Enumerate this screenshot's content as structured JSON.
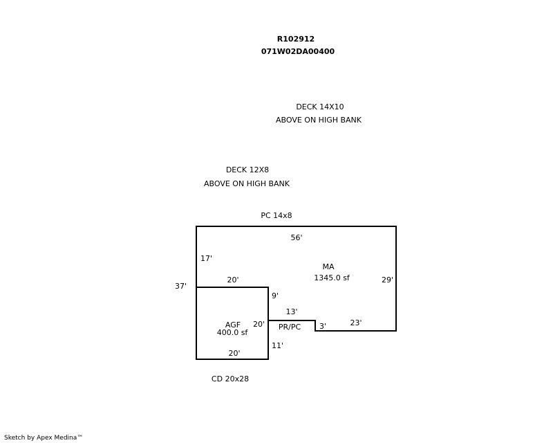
{
  "header": {
    "parcel_id": "R102912",
    "map_number": "071W02DA00400"
  },
  "annotations": {
    "deck1_title": "DECK 14X10",
    "deck1_note": "ABOVE ON HIGH BANK",
    "deck2_title": "DECK 12X8",
    "deck2_note": "ABOVE ON HIGH BANK",
    "pc": "PC 14x8",
    "cd": "CD 20x28"
  },
  "areas": {
    "ma_name": "MA",
    "ma_area": "1345.0 sf",
    "agf_name": "AGF",
    "agf_area": "400.0 sf",
    "prpc_name": "PR/PC"
  },
  "dimensions": {
    "top": "56'",
    "left_upper": "17'",
    "left_total": "37'",
    "agf_top": "20'",
    "nine": "9'",
    "right": "29'",
    "thirteen": "13'",
    "agf_right": "20'",
    "three": "3'",
    "twenty_three": "23'",
    "eleven": "11'",
    "agf_bottom": "20'"
  },
  "footer": {
    "credit": "Sketch by Apex Medina™"
  }
}
